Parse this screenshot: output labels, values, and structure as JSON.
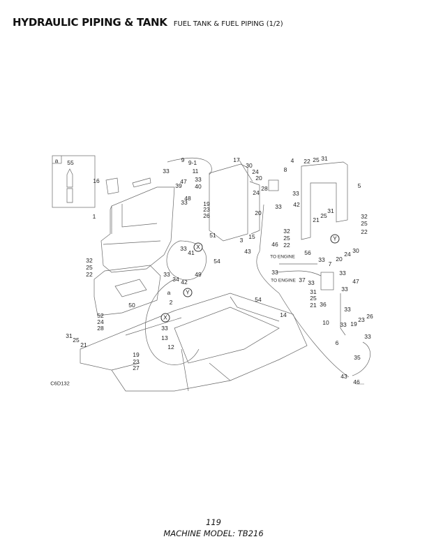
{
  "header": {
    "title": "HYDRAULIC PIPING & TANK",
    "subtitle": "FUEL TANK & FUEL PIPING (1/2)"
  },
  "diagram": {
    "code": "C6D132",
    "callouts": [
      "a",
      "55",
      "16",
      "1",
      "9",
      "9-1",
      "11",
      "33",
      "40",
      "33",
      "47",
      "39",
      "33",
      "48",
      "19",
      "23",
      "26",
      "17",
      "51",
      "54",
      "X",
      "33",
      "41",
      "49",
      "33",
      "34",
      "42",
      "32",
      "25",
      "22",
      "30",
      "24",
      "20",
      "8",
      "4",
      "22",
      "25",
      "31",
      "5",
      "33",
      "42",
      "33",
      "24",
      "28",
      "20",
      "15",
      "3",
      "46",
      "43",
      "32",
      "25",
      "22",
      "21",
      "25",
      "31",
      "32",
      "25",
      "22",
      "Y",
      "56",
      "33",
      "7",
      "20",
      "24",
      "30",
      "TO ENGINE",
      "33",
      "TO ENGINE",
      "37",
      "33",
      "33",
      "47",
      "a",
      "Y",
      "50",
      "2",
      "52",
      "24",
      "28",
      "X",
      "33",
      "13",
      "12",
      "31",
      "25",
      "21",
      "19",
      "23",
      "27",
      "54",
      "31",
      "25",
      "21",
      "14",
      "36",
      "33",
      "33",
      "10",
      "33",
      "19",
      "23",
      "26",
      "33",
      "6",
      "35",
      "43",
      "46"
    ]
  },
  "footer": {
    "page_number": "119",
    "machine_model": "MACHINE MODEL: TB216"
  }
}
